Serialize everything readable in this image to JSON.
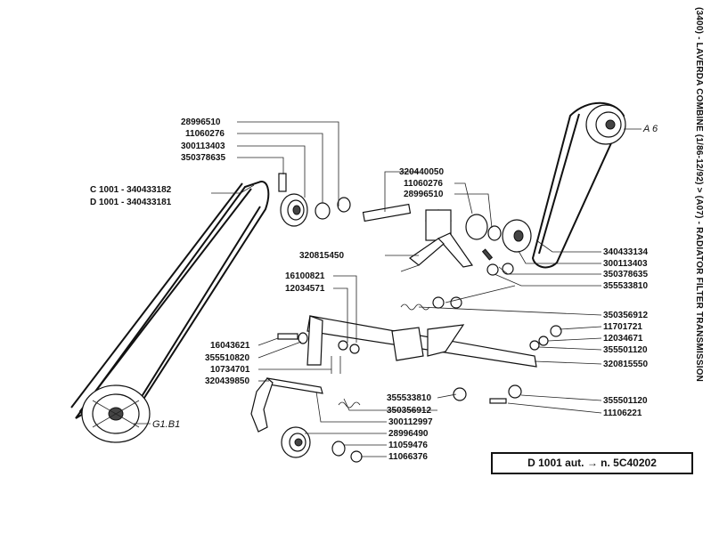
{
  "title": "(3400) - LAVERDA COMBINE (1/86-12/92) > (A07) - RADIATOR FILTER TRANSMISSION",
  "note_box": "D 1001 aut. → n. 5C40202",
  "group_labels": {
    "a6": "A 6",
    "g1b1": "G1.B1"
  },
  "parts": {
    "p_28996510_a": "28996510",
    "p_11060276_a": "11060276",
    "p_300113403_a": "300113403",
    "p_350378635_a": "350378635",
    "belt_c1001": "C 1001 - 340433182",
    "belt_d1001": "D 1001 - 340433181",
    "p_320440050": "320440050",
    "p_11060276_b": "11060276",
    "p_28996510_b": "28996510",
    "p_320815450": "320815450",
    "p_340433134": "340433134",
    "p_300113403_b": "300113403",
    "p_350378635_b": "350378635",
    "p_355533810_a": "355533810",
    "p_16100821": "16100821",
    "p_12034571_a": "12034571",
    "p_350356912_a": "350356912",
    "p_11701721": "11701721",
    "p_12034671": "12034671",
    "p_355501120_a": "355501120",
    "p_320815550": "320815550",
    "p_16043621": "16043621",
    "p_355510820": "355510820",
    "p_10734701": "10734701",
    "p_320439850": "320439850",
    "p_355533810_b": "355533810",
    "p_350356912_b": "350356912",
    "p_300112997": "300112997",
    "p_28996490": "28996490",
    "p_11059476": "11059476",
    "p_11066376": "11066376",
    "p_355501120_b": "355501120",
    "p_11106221": "11106221"
  }
}
